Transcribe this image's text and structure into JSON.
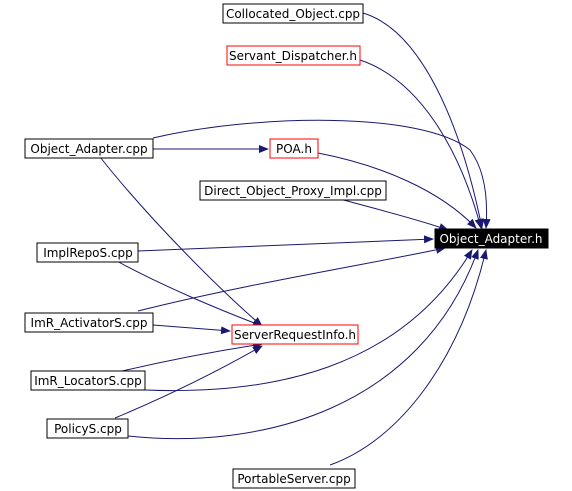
{
  "graph": {
    "colors": {
      "edge": "#191970",
      "node_border": "#000000",
      "node_border_highlight": "#ff0000",
      "target_fill": "#000000",
      "target_text": "#ffffff",
      "node_fill": "#ffffff",
      "node_text": "#000000"
    },
    "nodes": {
      "collocated_object_cpp": "Collocated_Object.cpp",
      "servant_dispatcher_h": "Servant_Dispatcher.h",
      "object_adapter_cpp": "Object_Adapter.cpp",
      "poa_h": "POA.h",
      "direct_object_proxy_impl_cpp": "Direct_Object_Proxy_Impl.cpp",
      "object_adapter_h": "Object_Adapter.h",
      "implrepos_cpp": "ImplRepoS.cpp",
      "imr_activators_cpp": "ImR_ActivatorS.cpp",
      "serverrequestinfo_h": "ServerRequestInfo.h",
      "imr_locators_cpp": "ImR_LocatorS.cpp",
      "policys_cpp": "PolicyS.cpp",
      "portableserver_cpp": "PortableServer.cpp"
    },
    "edges": [
      {
        "from": "collocated_object_cpp",
        "to": "object_adapter_h"
      },
      {
        "from": "servant_dispatcher_h",
        "to": "object_adapter_h"
      },
      {
        "from": "object_adapter_cpp",
        "to": "object_adapter_h"
      },
      {
        "from": "object_adapter_cpp",
        "to": "poa_h"
      },
      {
        "from": "object_adapter_cpp",
        "to": "serverrequestinfo_h"
      },
      {
        "from": "poa_h",
        "to": "object_adapter_h"
      },
      {
        "from": "direct_object_proxy_impl_cpp",
        "to": "object_adapter_h"
      },
      {
        "from": "implrepos_cpp",
        "to": "object_adapter_h"
      },
      {
        "from": "implrepos_cpp",
        "to": "serverrequestinfo_h"
      },
      {
        "from": "imr_activators_cpp",
        "to": "object_adapter_h"
      },
      {
        "from": "imr_activators_cpp",
        "to": "serverrequestinfo_h"
      },
      {
        "from": "imr_locators_cpp",
        "to": "object_adapter_h"
      },
      {
        "from": "imr_locators_cpp",
        "to": "serverrequestinfo_h"
      },
      {
        "from": "policys_cpp",
        "to": "object_adapter_h"
      },
      {
        "from": "policys_cpp",
        "to": "serverrequestinfo_h"
      },
      {
        "from": "portableserver_cpp",
        "to": "object_adapter_h"
      }
    ]
  }
}
